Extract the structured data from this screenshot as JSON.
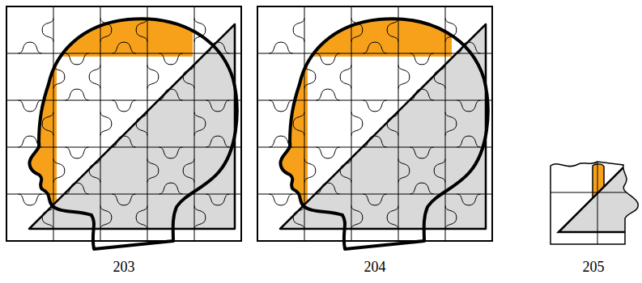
{
  "diagram": {
    "labels": [
      "203",
      "204",
      "205"
    ]
  }
}
